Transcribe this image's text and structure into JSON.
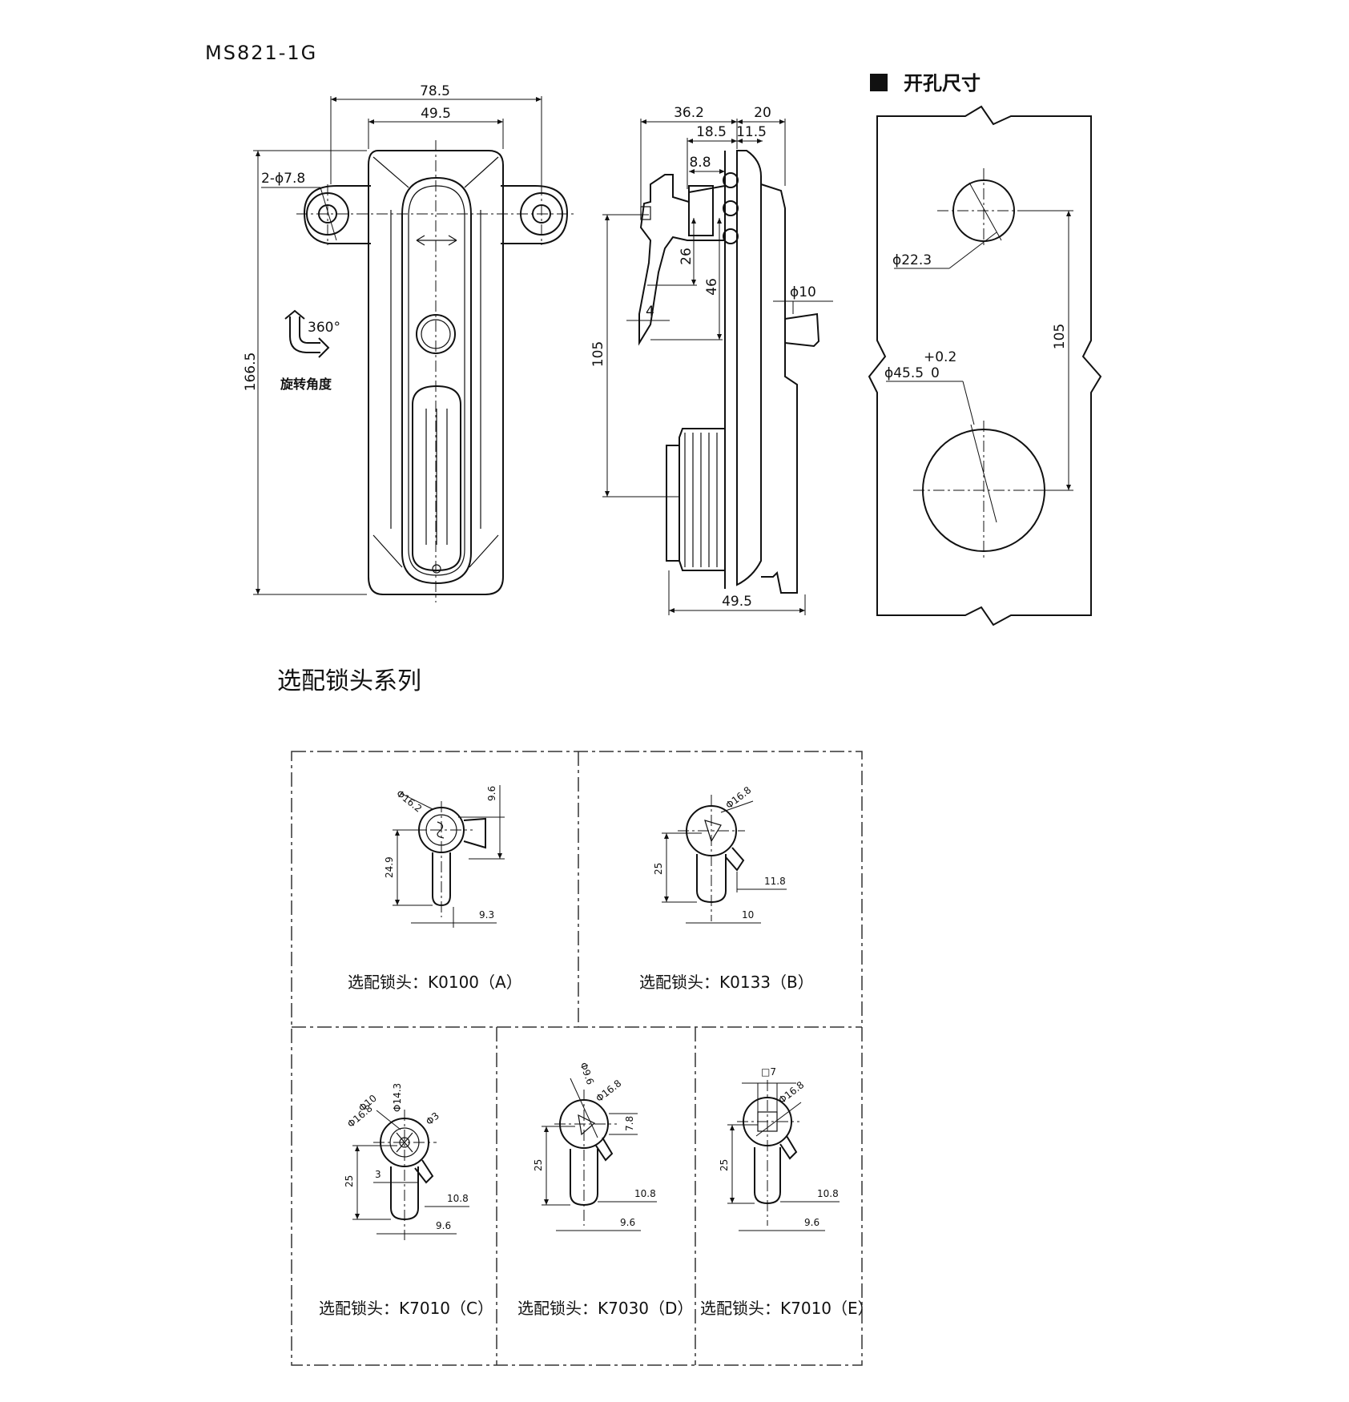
{
  "model": "MS821-1G",
  "front_view": {
    "width_outer": "78.5",
    "width_inner": "49.5",
    "hole": "2-ϕ7.8",
    "height": "166.5",
    "rotation_angle": "360°",
    "rotation_label": "旋转角度"
  },
  "side_view": {
    "d1": "36.2",
    "d2": "20",
    "d3": "18.5",
    "d4": "11.5",
    "d5": "8.8",
    "d6": "26",
    "d7": "46",
    "d8": "4",
    "d9": "105",
    "d10": "ϕ10",
    "d11": "49.5"
  },
  "cutout": {
    "title": "开孔尺寸",
    "small_hole": "ϕ22.3",
    "large_hole": "ϕ45.5",
    "tol_upper": "+0.2",
    "tol_lower": "0",
    "spacing": "105"
  },
  "series_title": "选配锁头系列",
  "lock_a": {
    "d_dia": "Φ16.2",
    "d_top": "9.6",
    "d_len": "24.9",
    "d_off": "9.3",
    "caption": "选配锁头：K0100（A）"
  },
  "lock_b": {
    "d_dia": "Φ16.8",
    "d_len": "25",
    "d_tab": "11.8",
    "d_off": "10",
    "caption": "选配锁头：K0133（B）"
  },
  "lock_c": {
    "d_dia1": "Φ10",
    "d_dia2": "Φ16.8",
    "d_dia3": "Φ14.3",
    "d_dia4": "Φ3",
    "d_len": "25",
    "d_small": "3",
    "d_tab": "10.8",
    "d_off": "9.6",
    "caption": "选配锁头：K7010（C）"
  },
  "lock_d": {
    "d_dia1": "Φ9.6",
    "d_dia2": "Φ16.8",
    "d_h": "7.8",
    "d_len": "25",
    "d_tab": "10.8",
    "d_off": "9.6",
    "caption": "选配锁头：K7030（D）"
  },
  "lock_e": {
    "d_sq": "□7",
    "d_dia": "Φ16.8",
    "d_len": "25",
    "d_tab": "10.8",
    "d_off": "9.6",
    "caption": "选配锁头：K7010（E）"
  }
}
